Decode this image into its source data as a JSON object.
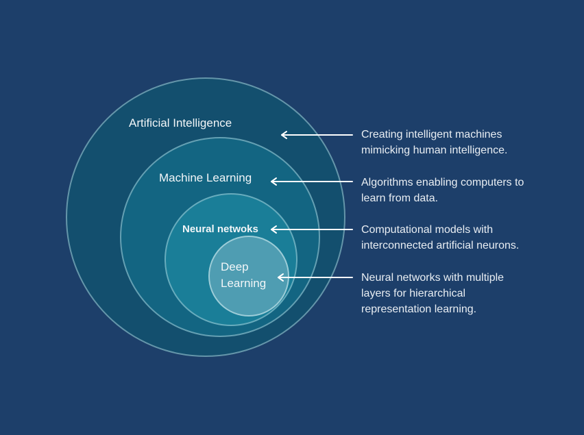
{
  "layers": [
    {
      "label": "Artificial Intelligence",
      "description": "Creating intelligent machines\nmimicking human intelligence."
    },
    {
      "label": "Machine Learning",
      "description": "Algorithms enabling computers to\nlearn from data."
    },
    {
      "label": "Neural netwoks",
      "description": "Computational models with\ninterconnected artificial neurons."
    },
    {
      "label": "Deep\nLearning",
      "description": "Neural networks with multiple\nlayers for hierarchical\nrepresentation learning."
    }
  ],
  "colors": {
    "background": "#1d3f6a",
    "ai_circle": "#134f6e",
    "ml_circle": "#136582",
    "nn_circle": "#1a7e98",
    "dl_circle": "#4f9db2",
    "arrow": "#ffffff",
    "text": "#e9eef3"
  }
}
